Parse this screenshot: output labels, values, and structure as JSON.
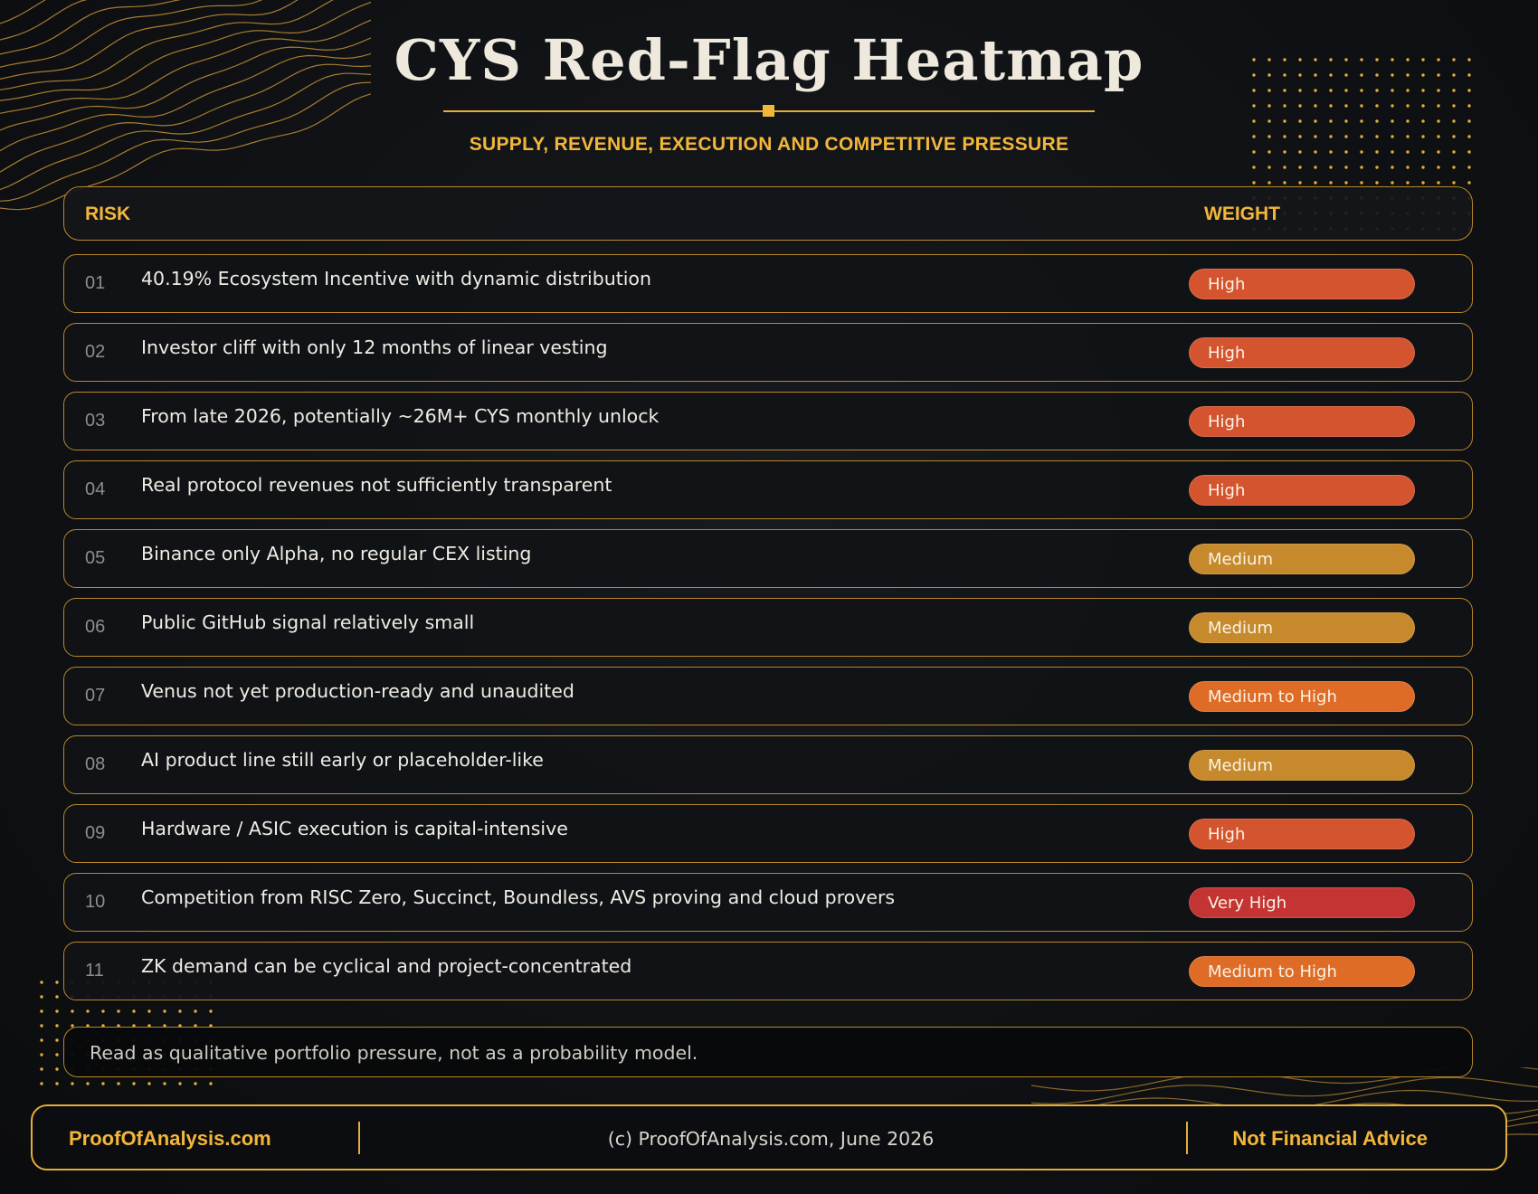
{
  "header": {
    "title": "CYS Red-Flag Heatmap",
    "subtitle": "SUPPLY, REVENUE, EXECUTION AND COMPETITIVE PRESSURE"
  },
  "table": {
    "col_risk": "RISK",
    "col_weight": "WEIGHT",
    "rows": [
      {
        "num": "01",
        "risk": "40.19% Ecosystem Incentive with dynamic distribution",
        "weight": "High"
      },
      {
        "num": "02",
        "risk": "Investor cliff with only 12 months of linear vesting",
        "weight": "High"
      },
      {
        "num": "03",
        "risk": "From late 2026, potentially ~26M+ CYS monthly unlock",
        "weight": "High"
      },
      {
        "num": "04",
        "risk": "Real protocol revenues not sufficiently transparent",
        "weight": "High"
      },
      {
        "num": "05",
        "risk": "Binance only Alpha, no regular CEX listing",
        "weight": "Medium"
      },
      {
        "num": "06",
        "risk": "Public GitHub signal relatively small",
        "weight": "Medium"
      },
      {
        "num": "07",
        "risk": "Venus not yet production-ready and unaudited",
        "weight": "Medium to High"
      },
      {
        "num": "08",
        "risk": "AI product line still early or placeholder-like",
        "weight": "Medium"
      },
      {
        "num": "09",
        "risk": "Hardware / ASIC execution is capital-intensive",
        "weight": "High"
      },
      {
        "num": "10",
        "risk": "Competition from RISC Zero, Succinct, Boundless, AVS proving and cloud provers",
        "weight": "Very High"
      },
      {
        "num": "11",
        "risk": "ZK demand can be cyclical and project-concentrated",
        "weight": "Medium to High"
      }
    ]
  },
  "weight_colors": {
    "High": "#d4542f",
    "Medium": "#c68a2c",
    "Medium to High": "#de6c27",
    "Very High": "#c33432"
  },
  "note": "Read as qualitative portfolio pressure, not as a probability model.",
  "footer": {
    "left": "ProofOfAnalysis.com",
    "center": "(c) ProofOfAnalysis.com, June 2026",
    "right": "Not Financial Advice"
  },
  "accent_color": "#f2b73a"
}
